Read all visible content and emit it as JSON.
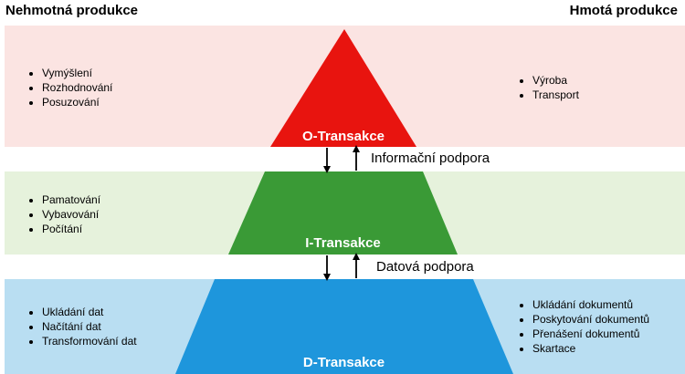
{
  "headers": {
    "left": "Nehmotná produkce",
    "right": "Hmotá produkce"
  },
  "colors": {
    "o_band": "#fbe4e2",
    "i_band": "#e6f2dc",
    "d_band": "#b9def2",
    "o_shape": "#e8140f",
    "i_shape": "#3a9a36",
    "d_shape": "#1e96dc"
  },
  "levels": {
    "o": {
      "label": "O-Transakce",
      "left_items": [
        "Vymýšlení",
        "Rozhodnování",
        "Posuzování"
      ],
      "right_items": [
        "Výroba",
        "Transport"
      ]
    },
    "i": {
      "label": "I-Transakce",
      "left_items": [
        "Pamatování",
        "Vybavování",
        "Počítání"
      ]
    },
    "d": {
      "label": "D-Transakce",
      "left_items": [
        "Ukládání dat",
        "Načítání dat",
        "Transformování dat"
      ],
      "right_items": [
        "Ukládání dokumentů",
        "Poskytování dokumentů",
        "Přenášení dokumentů",
        "Skartace"
      ]
    }
  },
  "supports": {
    "upper": "Informační podpora",
    "lower": "Datová podpora"
  }
}
